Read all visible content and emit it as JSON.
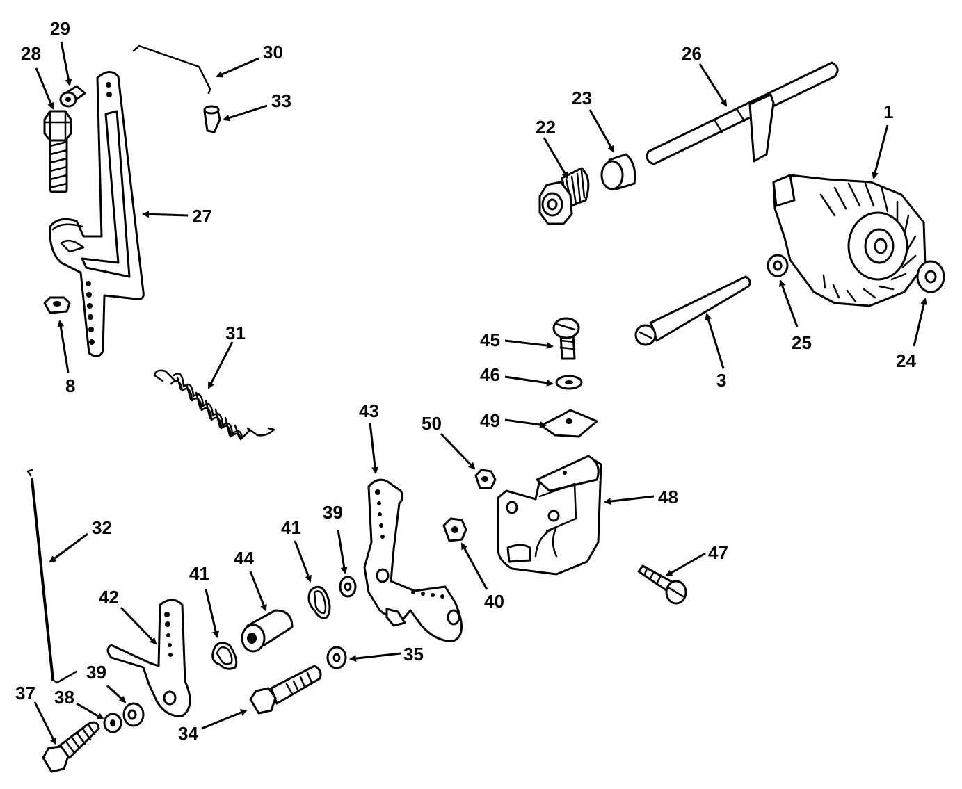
{
  "callouts": [
    {
      "id": "1",
      "label": "1"
    },
    {
      "id": "3",
      "label": "3"
    },
    {
      "id": "8",
      "label": "8"
    },
    {
      "id": "22",
      "label": "22"
    },
    {
      "id": "23",
      "label": "23"
    },
    {
      "id": "24",
      "label": "24"
    },
    {
      "id": "25",
      "label": "25"
    },
    {
      "id": "26",
      "label": "26"
    },
    {
      "id": "27",
      "label": "27"
    },
    {
      "id": "28",
      "label": "28"
    },
    {
      "id": "29",
      "label": "29"
    },
    {
      "id": "30",
      "label": "30"
    },
    {
      "id": "31",
      "label": "31"
    },
    {
      "id": "32",
      "label": "32"
    },
    {
      "id": "33",
      "label": "33"
    },
    {
      "id": "34",
      "label": "34"
    },
    {
      "id": "35",
      "label": "35"
    },
    {
      "id": "37",
      "label": "37"
    },
    {
      "id": "38",
      "label": "38"
    },
    {
      "id": "39a",
      "label": "39"
    },
    {
      "id": "39b",
      "label": "39"
    },
    {
      "id": "40",
      "label": "40"
    },
    {
      "id": "41a",
      "label": "41"
    },
    {
      "id": "41b",
      "label": "41"
    },
    {
      "id": "42",
      "label": "42"
    },
    {
      "id": "43",
      "label": "43"
    },
    {
      "id": "44",
      "label": "44"
    },
    {
      "id": "45",
      "label": "45"
    },
    {
      "id": "46",
      "label": "46"
    },
    {
      "id": "47",
      "label": "47"
    },
    {
      "id": "48",
      "label": "48"
    },
    {
      "id": "49",
      "label": "49"
    },
    {
      "id": "50",
      "label": "50"
    }
  ]
}
